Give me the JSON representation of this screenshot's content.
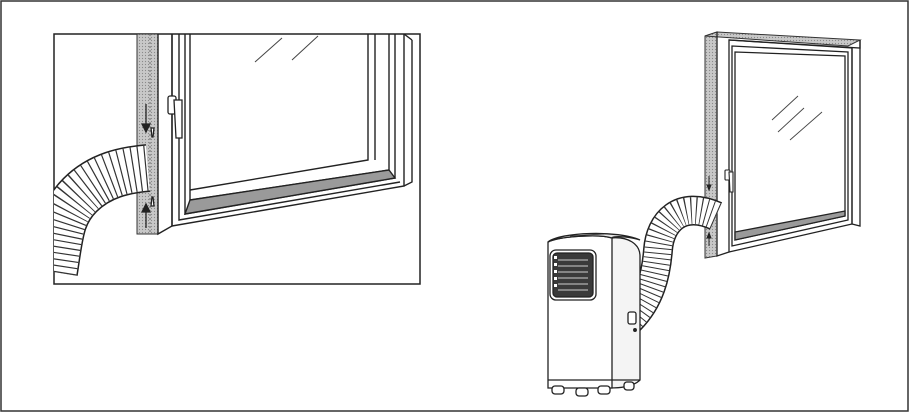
{
  "figure": {
    "panels": [
      {
        "id": "detail",
        "content": "hose-at-window-seal-closeup"
      },
      {
        "id": "overview",
        "content": "portable-ac-hose-through-window-seal"
      }
    ],
    "icons": [
      "ac-unit-icon",
      "exhaust-hose-icon",
      "window-icon",
      "window-seal-icon",
      "window-handle-icon",
      "arrow-down-icon",
      "arrow-up-icon"
    ],
    "colors": {
      "line": "#222222",
      "seal": "#b8b8b8",
      "frame_fill": "#ffffff",
      "border": "#333333"
    }
  }
}
